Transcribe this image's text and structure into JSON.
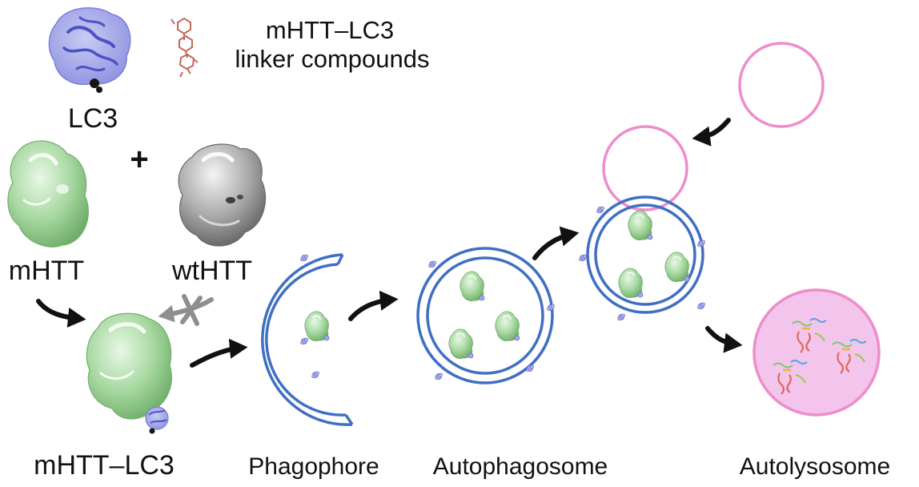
{
  "labels": {
    "lc3": "LC3",
    "compounds_line1": "mHTT–LC3",
    "compounds_line2": "linker compounds",
    "plus": "+",
    "mhtt": "mHTT",
    "wthtt": "wtHTT",
    "mhtt_lc3": "mHTT–LC3",
    "phagophore": "Phagophore",
    "autophagosome": "Autophagosome",
    "autolysosome": "Autolysosome"
  },
  "colors": {
    "lc3_protein": "#7b7fd9",
    "linker": "#c8645a",
    "mhtt": "#9fd49a",
    "wthtt": "#9a9a9a",
    "membrane": "#3f6fc2",
    "lysosome": "#ee8ccc",
    "autolysosome_fill": "#f3c4ec",
    "arrow": "#111111",
    "blocked_arrow": "#8f8f8f"
  },
  "icons": {
    "lc3": "lc3-protein-structure-icon",
    "linker": "linker-compound-molecule-icon",
    "mhtt": "mhtt-protein-blob-icon",
    "wthtt": "wthtt-protein-blob-icon",
    "lc3_receptor": "lc3-receptor-dot-icon",
    "peptide": "degraded-peptide-fragment-icon"
  }
}
